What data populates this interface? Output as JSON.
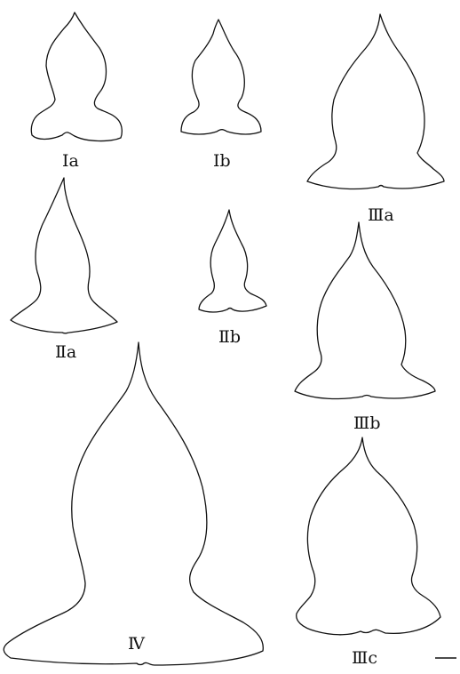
{
  "figure": {
    "specimens": [
      {
        "id": "Ia",
        "label": "Ⅰa"
      },
      {
        "id": "Ib",
        "label": "Ⅰb"
      },
      {
        "id": "IIIa",
        "label": "Ⅲa"
      },
      {
        "id": "IIa",
        "label": "Ⅱa"
      },
      {
        "id": "IIb",
        "label": "Ⅱb"
      },
      {
        "id": "IIIb",
        "label": "Ⅲb"
      },
      {
        "id": "IV",
        "label": "Ⅳ"
      },
      {
        "id": "IIIc",
        "label": "Ⅲc"
      }
    ],
    "colors": {
      "outline": "#111111",
      "background": "#ffffff"
    }
  }
}
